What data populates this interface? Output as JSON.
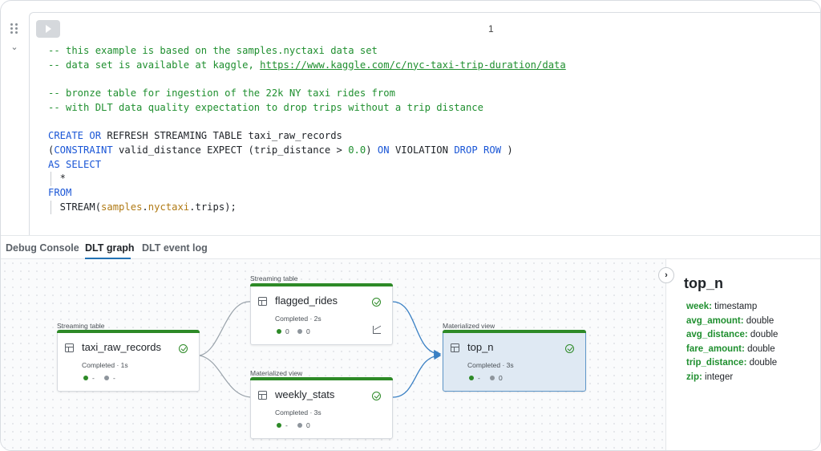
{
  "cell": {
    "number": "1",
    "lines": [
      [
        {
          "t": "-- this example is based on the samples.nyctaxi data set",
          "c": "c-com"
        }
      ],
      [
        {
          "t": "-- data set is available at kaggle, ",
          "c": "c-com"
        },
        {
          "t": "https://www.kaggle.com/c/nyc-taxi-trip-duration/data",
          "c": "c-link"
        }
      ],
      [],
      [
        {
          "t": "-- bronze table for ingestion of the 22k NY taxi rides from",
          "c": "c-com"
        }
      ],
      [
        {
          "t": "-- with DLT data quality expectation to drop trips without a trip distance",
          "c": "c-com"
        }
      ],
      [],
      [
        {
          "t": "CREATE OR",
          "c": "c-kw"
        },
        {
          "t": " REFRESH STREAMING TABLE taxi_raw_records",
          "c": ""
        }
      ],
      [
        {
          "t": "(",
          "c": ""
        },
        {
          "t": "CONSTRAINT",
          "c": "c-kw"
        },
        {
          "t": " valid_distance EXPECT (trip_distance > ",
          "c": ""
        },
        {
          "t": "0.0",
          "c": "c-num"
        },
        {
          "t": ") ",
          "c": ""
        },
        {
          "t": "ON",
          "c": "c-kw"
        },
        {
          "t": " VIOLATION ",
          "c": ""
        },
        {
          "t": "DROP ROW",
          "c": "c-kw"
        },
        {
          "t": " )",
          "c": ""
        }
      ],
      [
        {
          "t": "AS SELECT",
          "c": "c-kw"
        }
      ],
      [
        {
          "t": "  *",
          "c": "",
          "g": true
        }
      ],
      [
        {
          "t": "FROM",
          "c": "c-kw"
        }
      ],
      [
        {
          "t": "  STREAM(",
          "c": "",
          "g": true
        },
        {
          "t": "samples",
          "c": "c-tbl"
        },
        {
          "t": ".",
          "c": ""
        },
        {
          "t": "nyctaxi",
          "c": "c-tbl"
        },
        {
          "t": ".trips);",
          "c": ""
        }
      ]
    ]
  },
  "tabs": [
    {
      "label": "Debug Console",
      "active": false
    },
    {
      "label": "DLT graph",
      "active": true
    },
    {
      "label": "DLT event log",
      "active": false
    }
  ],
  "nodes": {
    "taxi_raw_records": {
      "type": "Streaming table",
      "name": "taxi_raw_records",
      "status": "Completed · 1s",
      "m1": "-",
      "m2": "-"
    },
    "flagged_rides": {
      "type": "Streaming table",
      "name": "flagged_rides",
      "status": "Completed · 2s",
      "m1": "0",
      "m2": "0"
    },
    "weekly_stats": {
      "type": "Materialized view",
      "name": "weekly_stats",
      "status": "Completed · 3s",
      "m1": "-",
      "m2": "0"
    },
    "top_n": {
      "type": "Materialized view",
      "name": "top_n",
      "status": "Completed · 3s",
      "m1": "-",
      "m2": "0"
    }
  },
  "panel": {
    "title": "top_n",
    "collapse_icon": "chevron-right-icon",
    "fields": [
      {
        "name": "week:",
        "type": "timestamp"
      },
      {
        "name": "avg_amount:",
        "type": "double"
      },
      {
        "name": "avg_distance:",
        "type": "double"
      },
      {
        "name": "fare_amount:",
        "type": "double"
      },
      {
        "name": "trip_distance:",
        "type": "double"
      },
      {
        "name": "zip:",
        "type": "integer"
      }
    ]
  },
  "colors": {
    "accent": "#2272b4",
    "success": "#2d8a27",
    "comment": "#1f8f2f",
    "keyword": "#1a56d6",
    "selected_node": "#dfe9f3"
  }
}
